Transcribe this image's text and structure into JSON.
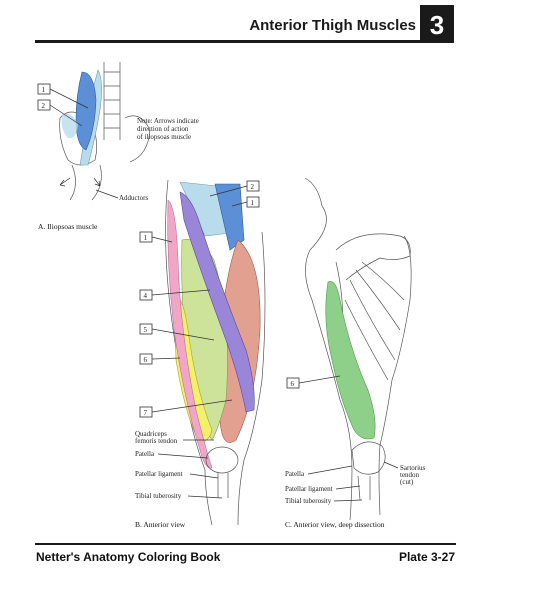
{
  "header": {
    "title": "Anterior Thigh Muscles",
    "chapter": "3"
  },
  "footer": {
    "book": "Netter's Anatomy Coloring Book",
    "plate": "Plate 3-27"
  },
  "figure_a": {
    "caption": "A. Iliopsoas muscle",
    "note_lines": [
      "Note: Arrows indicate",
      "direction of action",
      "of iliopsoas muscle"
    ],
    "adductors_label": "Adductors",
    "boxes": [
      "1",
      "2"
    ]
  },
  "figure_b": {
    "caption": "B. Anterior view",
    "boxes_top": [
      "2",
      "1"
    ],
    "boxes_side": [
      "1",
      "4",
      "5",
      "6",
      "7"
    ],
    "labels": {
      "quad_tendon_1": "Quadriceps",
      "quad_tendon_2": "femoris tendon",
      "patella": "Patella",
      "patellar_ligament": "Patellar ligament",
      "tibial_tuberosity": "Tibial tuberosity"
    }
  },
  "figure_c": {
    "caption": "C. Anterior view, deep dissection",
    "box": "6",
    "labels": {
      "patella": "Patella",
      "patellar_ligament": "Patellar ligament",
      "tibial_tuberosity": "Tibial tuberosity",
      "sartorius_1": "Sartorius",
      "sartorius_2": "tendon",
      "sartorius_3": "(cut)"
    }
  },
  "colors": {
    "iliacus_blue": "#5b8fd6",
    "psoas_lightblue": "#b9dcec",
    "sartorius_purple": "#9a86d8",
    "rectus_green": "#cde39a",
    "vastus_yellow": "#f3f06a",
    "gracilis_pink": "#f1a6c8",
    "vastus_lateral_red": "#e2a091",
    "intermedius_green": "#8ed08a"
  }
}
